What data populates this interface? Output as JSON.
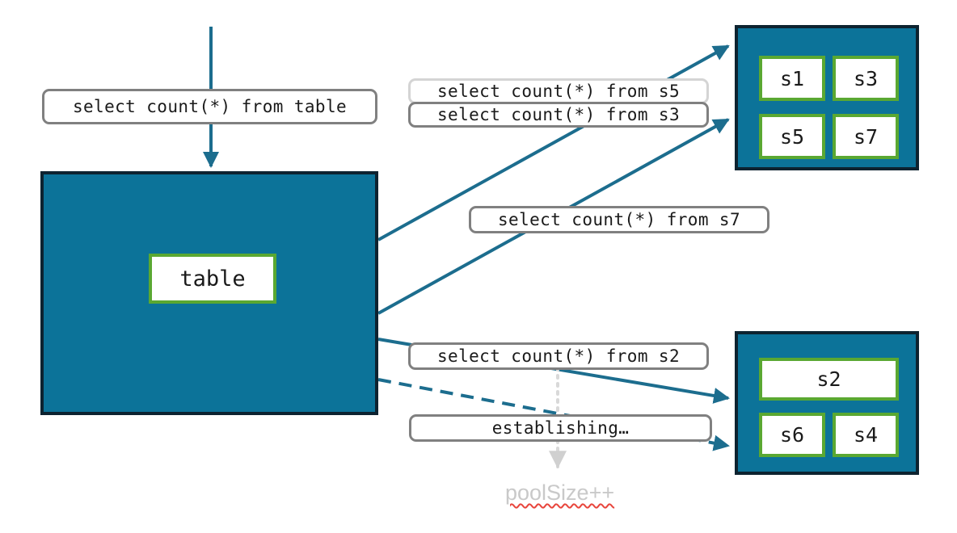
{
  "diagram": {
    "title": "connection pool query routing diagram",
    "colors": {
      "container_fill": "#0c7399",
      "container_border": "#0d2330",
      "node_border": "#5aa832",
      "node_fill": "#ffffff",
      "edge": "#1c6d8e",
      "label_border": "#808080",
      "label_border_faded": "#d4d4d4",
      "annotation_text": "#c9c9c9",
      "spellcheck_underline": "#e8453c",
      "dotted_edge": "#d9d9d9",
      "background": "#ffffff"
    },
    "entry_label": {
      "text": "select count(*) from table"
    },
    "table_container": {
      "name": "table-container",
      "node": {
        "label": "table"
      }
    },
    "pools": [
      {
        "name": "upper-pool",
        "servers": [
          {
            "label": "s1"
          },
          {
            "label": "s3"
          },
          {
            "label": "s5"
          },
          {
            "label": "s7"
          }
        ]
      },
      {
        "name": "lower-pool",
        "servers": [
          {
            "label": "s2"
          },
          {
            "label": "s6"
          },
          {
            "label": "s4"
          }
        ]
      }
    ],
    "query_labels": [
      {
        "name": "query-label-s5",
        "text": "select count(*) from s5",
        "style": "behind"
      },
      {
        "name": "query-label-s3",
        "text": "select count(*) from s3",
        "style": "front"
      },
      {
        "name": "query-label-s7",
        "text": "select count(*) from s7",
        "style": "front"
      },
      {
        "name": "query-label-s2",
        "text": "select count(*) from s2",
        "style": "front"
      },
      {
        "name": "query-label-establishing",
        "text": "establishing…",
        "style": "front"
      }
    ],
    "annotation": {
      "text": "poolSize++"
    }
  }
}
